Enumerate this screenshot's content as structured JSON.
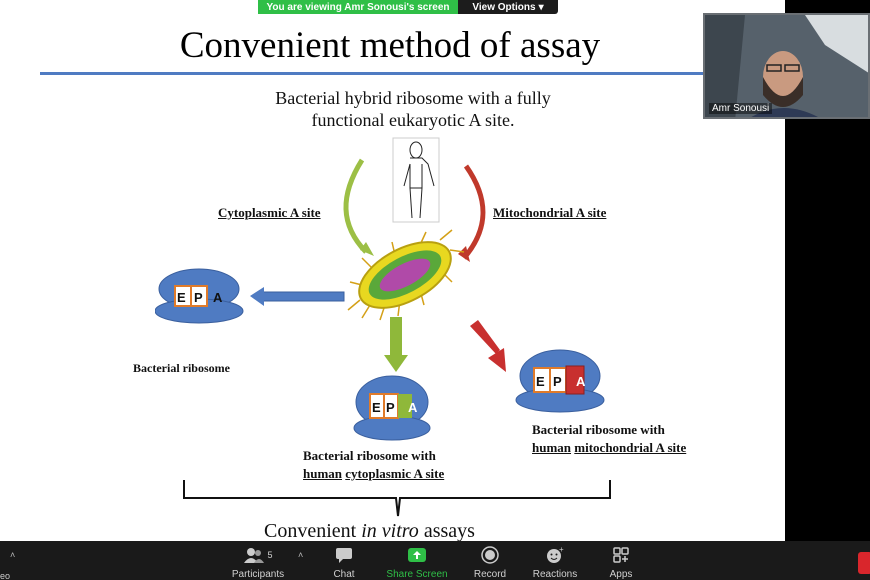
{
  "banner": {
    "viewing_text": "You are viewing Amr Sonousi's screen",
    "options_label": "View Options"
  },
  "slide": {
    "title": "Convenient method of assay",
    "subtitle_line1": "Bacterial hybrid ribosome with a fully",
    "subtitle_line2": "functional eukaryotic A site.",
    "cytoplasmic_label": "Cytoplasmic A site",
    "mitochondrial_label": "Mitochondrial A site",
    "bacterial_ribosome_label": "Bacterial ribosome",
    "cyto_result_line1": "Bacterial ribosome with",
    "cyto_result_human": "human",
    "cyto_result_site": "cytoplasmic A site",
    "mito_result_line1": "Bacterial ribosome with",
    "mito_result_human": "human",
    "mito_result_site": "mitochondrial A site",
    "bottom_prefix": "Convenient ",
    "bottom_italic": "in vitro",
    "bottom_suffix": " assays",
    "site_e": "E",
    "site_p": "P",
    "site_a": "A"
  },
  "video": {
    "participant_name": "Amr Sonousi"
  },
  "toolbar": {
    "participants_label": "Participants",
    "participants_count": "5",
    "chat_label": "Chat",
    "share_label": "Share Screen",
    "record_label": "Record",
    "reactions_label": "Reactions",
    "apps_label": "Apps",
    "left_edge_text": "eo"
  },
  "colors": {
    "share_green": "#2fbf47",
    "rule_blue": "#4f7bc2",
    "ribosome_blue": "#4f7bc2",
    "cyto_green": "#8fb83a",
    "mito_red": "#c8302f"
  }
}
